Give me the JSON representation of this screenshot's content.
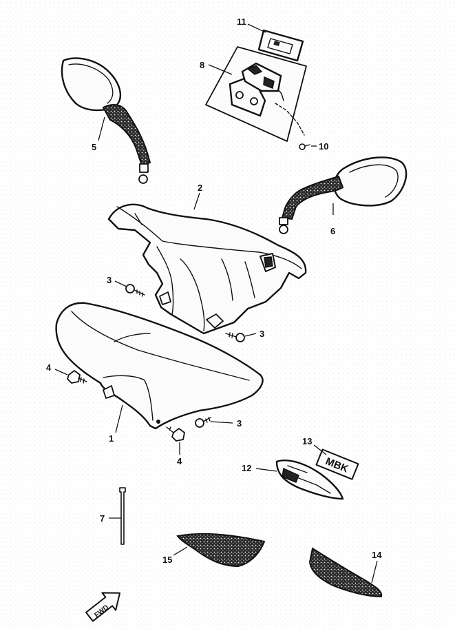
{
  "callouts": {
    "c1": "1",
    "c2": "2",
    "c3a": "3",
    "c3b": "3",
    "c3c": "3",
    "c4a": "4",
    "c4b": "4",
    "c5": "5",
    "c6": "6",
    "c7": "7",
    "c8": "8",
    "c10": "10",
    "c11": "11",
    "c12": "12",
    "c13": "13",
    "c14": "14",
    "c15": "15"
  },
  "emblem_text": "MBK",
  "fwd_text": "FWD"
}
